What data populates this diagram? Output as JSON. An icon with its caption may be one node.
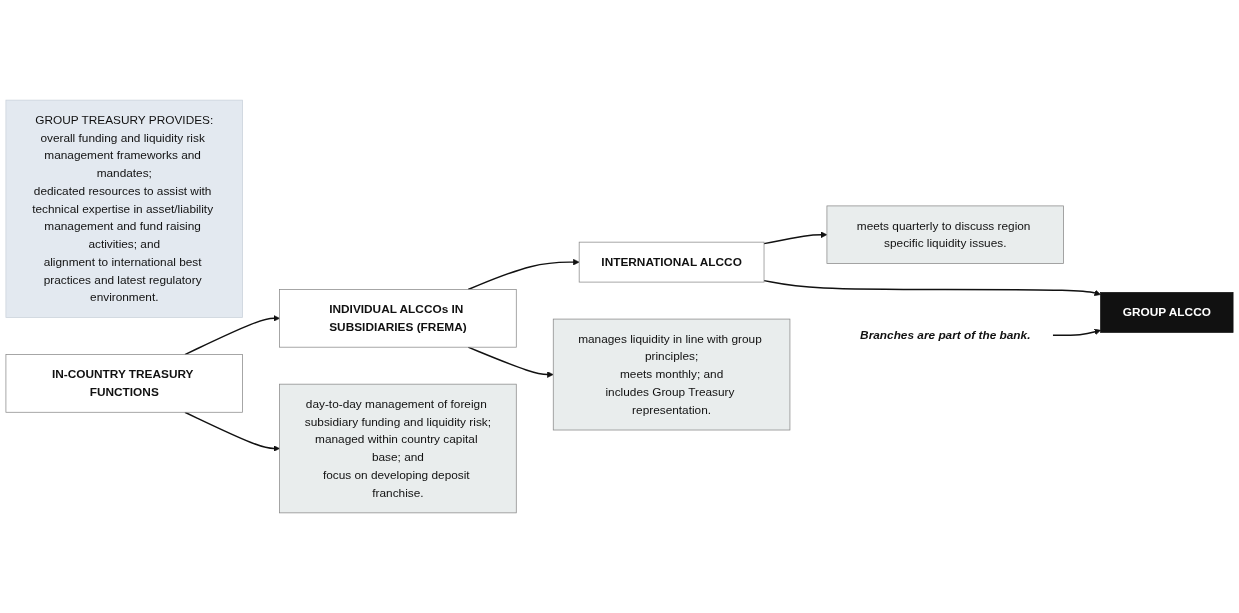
{
  "diagram": {
    "nodes": [
      {
        "text": [
          "GROUP ALCCO"
        ]
      },
      {
        "text": [
          "GROUP TREASURY PROVIDES:",
          "overall funding and liquidity risk management frameworks and mandates;",
          "dedicated resources to assist with technical expertise in asset/liability management and fund raising activities; and",
          "alignment to international best practices and latest regulatory environment."
        ]
      },
      {
        "text": [
          "INTERNATIONAL ALCCO"
        ]
      },
      {
        "text": [
          "meets quarterly to discuss region specific liquidity issues."
        ]
      },
      {
        "text": [
          "INDIVIDUAL ALCCOs IN SUBSIDIARIES (FREMA)"
        ]
      },
      {
        "text": [
          "manages liquidity in line with group principles;",
          "meets monthly; and",
          "includes Group Treasury representation."
        ]
      },
      {
        "text": [
          "IN-COUNTRY TREASURY FUNCTIONS"
        ]
      },
      {
        "text": [
          "day-to-day management of foreign subsidiary funding and liquidity risk;",
          "managed within country capital base; and",
          "focus on developing deposit franchise."
        ]
      },
      {
        "text": [
          "Branches are part of the bank."
        ]
      }
    ],
    "edges": [
      {
        "from": 2,
        "to": 0,
        "arrow": "to"
      },
      {
        "from": 4,
        "to": 2,
        "arrow": "to"
      },
      {
        "from": 6,
        "to": 4,
        "arrow": "to"
      },
      {
        "from": 2,
        "to": 3,
        "arrow": "to"
      },
      {
        "from": 4,
        "to": 5,
        "arrow": "to"
      },
      {
        "from": 6,
        "to": 7,
        "arrow": "to"
      },
      {
        "from": 8,
        "to": 0,
        "arrow": "to"
      }
    ]
  }
}
